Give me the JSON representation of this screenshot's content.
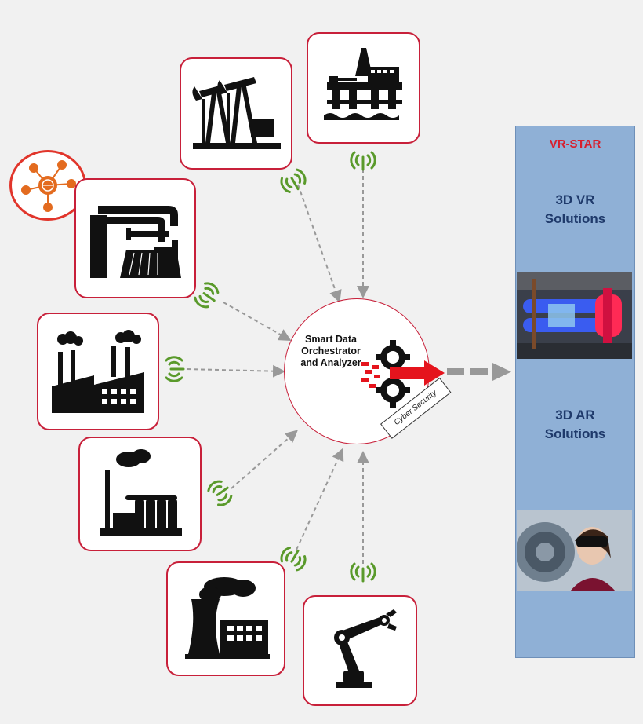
{
  "center": {
    "label": "Smart Data\nOrchestrator\nand Analyzer",
    "badge": "Cyber Security"
  },
  "panel": {
    "title": "VR-STAR",
    "vr_heading": "3D VR\nSolutions",
    "ar_heading": "3D AR\nSolutions"
  },
  "nodes": [
    {
      "id": "pumpjack",
      "icon": "oil-pumpjack-icon"
    },
    {
      "id": "offshore",
      "icon": "offshore-platform-icon"
    },
    {
      "id": "pipeline",
      "icon": "pipeline-icon"
    },
    {
      "id": "factory",
      "icon": "factory-icon"
    },
    {
      "id": "power-plant",
      "icon": "power-plant-icon"
    },
    {
      "id": "nuclear",
      "icon": "cooling-tower-icon"
    },
    {
      "id": "robot",
      "icon": "robot-arm-icon"
    }
  ],
  "hub_icon": "iot-network-hub-icon",
  "colors": {
    "frame": "#c8203a",
    "signal": "#5a9a2b",
    "arrow": "#999999",
    "panel": "#8fb0d6",
    "accent_red": "#e5141d"
  }
}
